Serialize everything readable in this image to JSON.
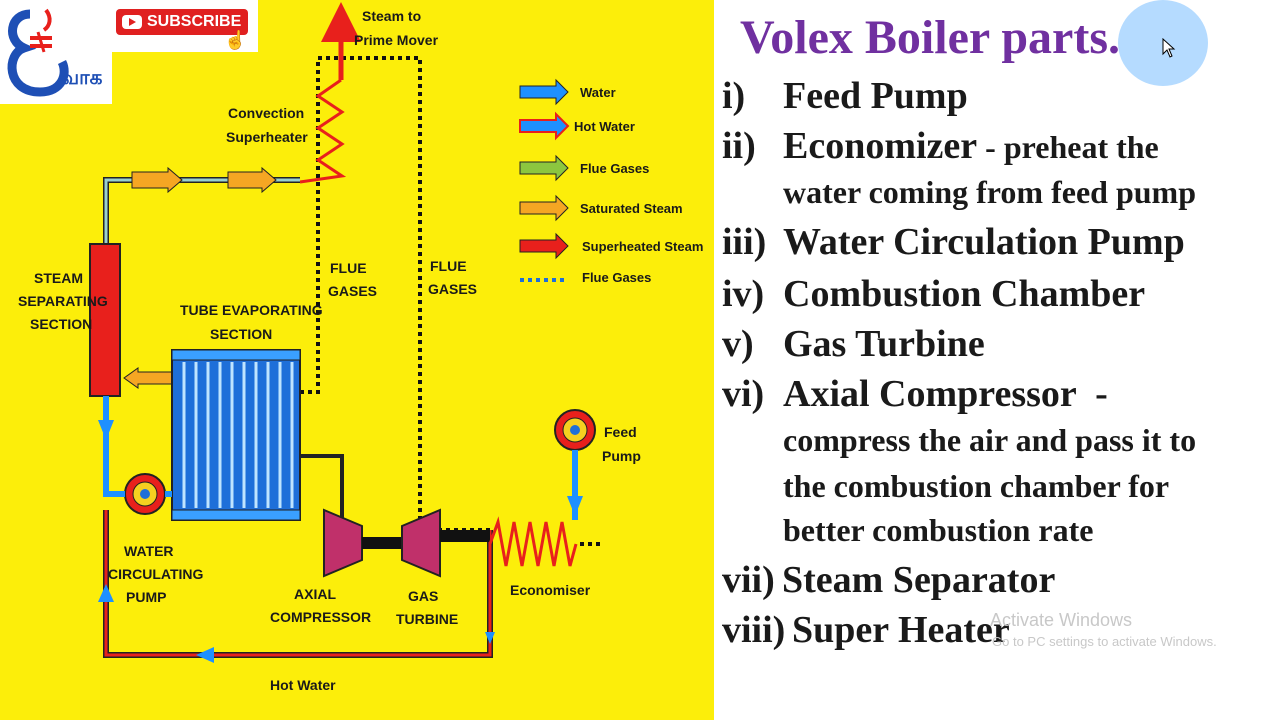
{
  "channel": {
    "subscribe_label": "SUBSCRIBE",
    "logo_text": "வாக"
  },
  "diagram": {
    "labels": {
      "steam_to": "Steam to",
      "prime_mover": "Prime Mover",
      "convection": "Convection",
      "superheater": "Superheater",
      "steam": "STEAM",
      "separating": "SEPARATING",
      "section": "SECTION",
      "tube_evaporating": "TUBE EVAPORATING",
      "tube_section": "SECTION",
      "flue1a": "FLUE",
      "flue1b": "GASES",
      "flue2a": "FLUE",
      "flue2b": "GASES",
      "feed1": "Feed",
      "feed2": "Pump",
      "water1": "WATER",
      "water2": "CIRCULATING",
      "water3": "PUMP",
      "axial1": "AXIAL",
      "axial2": "COMPRESSOR",
      "gas1": "GAS",
      "gas2": "TURBINE",
      "economiser": "Economiser",
      "hot_water": "Hot Water"
    },
    "legend": [
      {
        "label": "Water",
        "color": "#1e90ff"
      },
      {
        "label": "Hot Water",
        "color": "#1e90ff"
      },
      {
        "label": "Flue Gases",
        "color": "#8cc63f"
      },
      {
        "label": "Saturated Steam",
        "color": "#f5a623"
      },
      {
        "label": "Superheated Steam",
        "color": "#e8201c"
      },
      {
        "label": "Flue Gases",
        "color": "#1e6fd9"
      }
    ]
  },
  "content": {
    "title": "Volex Boiler parts.",
    "parts": [
      {
        "num": "i)",
        "text": "Feed Pump"
      },
      {
        "num": "ii)",
        "text": "Economizer",
        "desc": " - preheat the",
        "cont": "water coming from feed pump"
      },
      {
        "num": "iii)",
        "text": "Water Circulation Pump"
      },
      {
        "num": "iv)",
        "text": "Combustion Chamber"
      },
      {
        "num": "v)",
        "text": "Gas Turbine"
      },
      {
        "num": "vi)",
        "text": "Axial Compressor",
        "desc": "  -",
        "cont1": "compress the air and pass it to",
        "cont2": "the combustion chamber for",
        "cont3": "better combustion rate"
      },
      {
        "num": "vii)",
        "text": "Steam Separator"
      },
      {
        "num": "viii)",
        "text": "Super Heater"
      }
    ]
  },
  "watermark": {
    "line1": "Activate Windows",
    "line2": "Go to PC settings to activate Windows."
  }
}
